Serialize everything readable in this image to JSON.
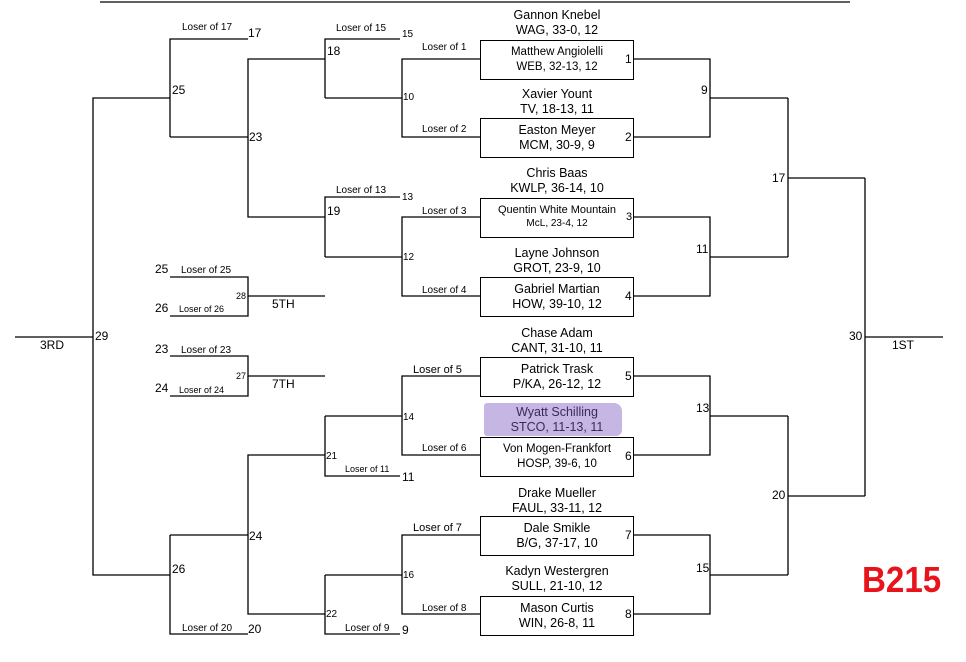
{
  "place_labels": {
    "third": "3RD",
    "first": "1ST",
    "fifth": "5TH",
    "seventh": "7TH"
  },
  "bout_code": "B215",
  "colors": {
    "highlight": "#b39ddb",
    "code": "#e8141b"
  },
  "wrestlers": {
    "b1_top": {
      "name": "Gannon Knebel",
      "info": "WAG, 33-0, 12"
    },
    "b1_bot": {
      "name": "Matthew Angiolelli",
      "info": "WEB, 32-13, 12"
    },
    "b2_top": {
      "name": "Xavier Yount",
      "info": "TV, 18-13, 11"
    },
    "b2_bot": {
      "name": "Easton Meyer",
      "info": "MCM, 30-9, 9"
    },
    "b3_top": {
      "name": "Chris Baas",
      "info": "KWLP, 36-14, 10"
    },
    "b3_bot": {
      "name": "Quentin White Mountain",
      "info": "McL, 23-4, 12"
    },
    "b4_top": {
      "name": "Layne Johnson",
      "info": "GROT, 23-9, 10"
    },
    "b4_bot": {
      "name": "Gabriel Martian",
      "info": "HOW, 39-10, 12"
    },
    "b5_top": {
      "name": "Chase Adam",
      "info": "CANT, 31-10, 11"
    },
    "b5_bot": {
      "name": "Patrick Trask",
      "info": "P/KA, 26-12, 12"
    },
    "b6_top": {
      "name": "Wyatt Schilling",
      "info": "STCO, 11-13, 11"
    },
    "b6_bot": {
      "name": "Von Mogen-Frankfort",
      "info": "HOSP, 39-6, 10"
    },
    "b7_top": {
      "name": "Drake Mueller",
      "info": "FAUL, 33-11, 12"
    },
    "b7_bot": {
      "name": "Dale Smikle",
      "info": "B/G, 37-17, 10"
    },
    "b8_top": {
      "name": "Kadyn Westergren",
      "info": "SULL, 21-10, 12"
    },
    "b8_bot": {
      "name": "Mason Curtis",
      "info": "WIN, 26-8, 11"
    }
  },
  "losers": {
    "l1": "Loser of 1",
    "l2": "Loser of 2",
    "l3": "Loser of 3",
    "l4": "Loser of 4",
    "l5": "Loser of 5",
    "l6": "Loser of 6",
    "l7": "Loser of 7",
    "l8": "Loser of 8",
    "l9": "Loser of 9",
    "l11": "Loser of 11",
    "l13": "Loser of 13",
    "l15": "Loser of 15",
    "l17": "Loser of 17",
    "l20": "Loser of 20",
    "l23": "Loser of 23",
    "l24": "Loser of 24",
    "l25": "Loser of 25",
    "l26": "Loser of 26"
  },
  "bouts": {
    "n1": "1",
    "n2": "2",
    "n3": "3",
    "n4": "4",
    "n5": "5",
    "n6": "6",
    "n7": "7",
    "n8": "8",
    "n9": "9",
    "n9b": "9",
    "n10": "10",
    "n11": "11",
    "n11b": "11",
    "n12": "12",
    "n13": "13",
    "n13b": "13",
    "n14": "14",
    "n15": "15",
    "n15b": "15",
    "n16": "16",
    "n17": "17",
    "n17b": "17",
    "n18": "18",
    "n19": "19",
    "n20": "20",
    "n20b": "20",
    "n21": "21",
    "n22": "22",
    "n23": "23",
    "n23b": "23",
    "n24": "24",
    "n24b": "24",
    "n25": "25",
    "n25b": "25",
    "n26": "26",
    "n26b": "26",
    "n27": "27",
    "n28": "28",
    "n29": "29",
    "n30": "30"
  }
}
